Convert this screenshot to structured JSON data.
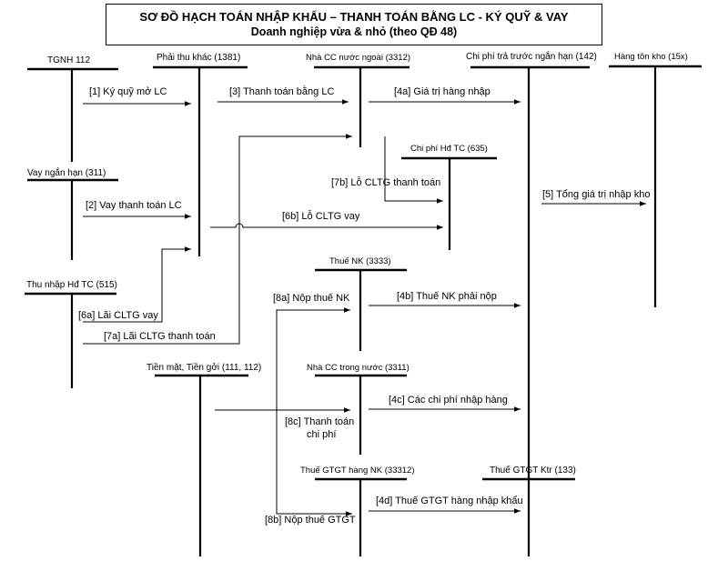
{
  "title": {
    "line1": "SƠ ĐỒ HẠCH TOÁN NHẬP KHẨU – THANH TOÁN BẰNG LC - KÝ QUỸ & VAY",
    "line2": "Doanh nghiệp vừa & nhỏ (theo QĐ 48)"
  },
  "accounts": {
    "tgnh": "TGNH 112",
    "phai_thu": "Phải thu khác (1381)",
    "nha_cc_nn": "Nhà CC nước ngoài (3312)",
    "chi_phi_tt": "Chi phí trả trước ngắn hạn (142)",
    "hang_ton_kho": "Hàng tồn kho (15x)",
    "vay_nh": "Vay ngắn hạn (311)",
    "chi_phi_tc": "Chi phí Hđ TC (635)",
    "thu_nhap_tc": "Thu nhập Hđ TC (515)",
    "thue_nk": "Thuế NK (3333)",
    "tien_mat": "Tiền mặt, Tiền gởi (111, 112)",
    "nha_cc_tn": "Nhà CC trong nước (3311)",
    "thue_gtgt_nk": "Thuế GTGT hàng NK (33312)",
    "thue_gtgt_ktr": "Thuế GTGT Ktr (133)"
  },
  "entries": {
    "e1": "[1] Ký quỹ mở LC",
    "e2": "[2] Vay thanh toán LC",
    "e3": "[3] Thanh toán bằng LC",
    "e4a": "[4a] Giá trị hàng nhập",
    "e4b": "[4b] Thuế NK phải nộp",
    "e4c": "[4c] Các chi phí nhập hàng",
    "e4d": "[4d] Thuế GTGT hàng nhập khẩu",
    "e5": "[5] Tổng giá trị nhập kho",
    "e6a": "[6a] Lãi CLTG vay",
    "e6b": "[6b] Lỗ CLTG vay",
    "e7a": "[7a] Lãi CLTG thanh toán",
    "e7b": "[7b] Lỗ CLTG thanh toán",
    "e8a": "[8a] Nộp thuế NK",
    "e8b": "[8b] Nộp thuế GTGT",
    "e8c_line1": "[8c] Thanh toán",
    "e8c_line2": "chi phí"
  }
}
